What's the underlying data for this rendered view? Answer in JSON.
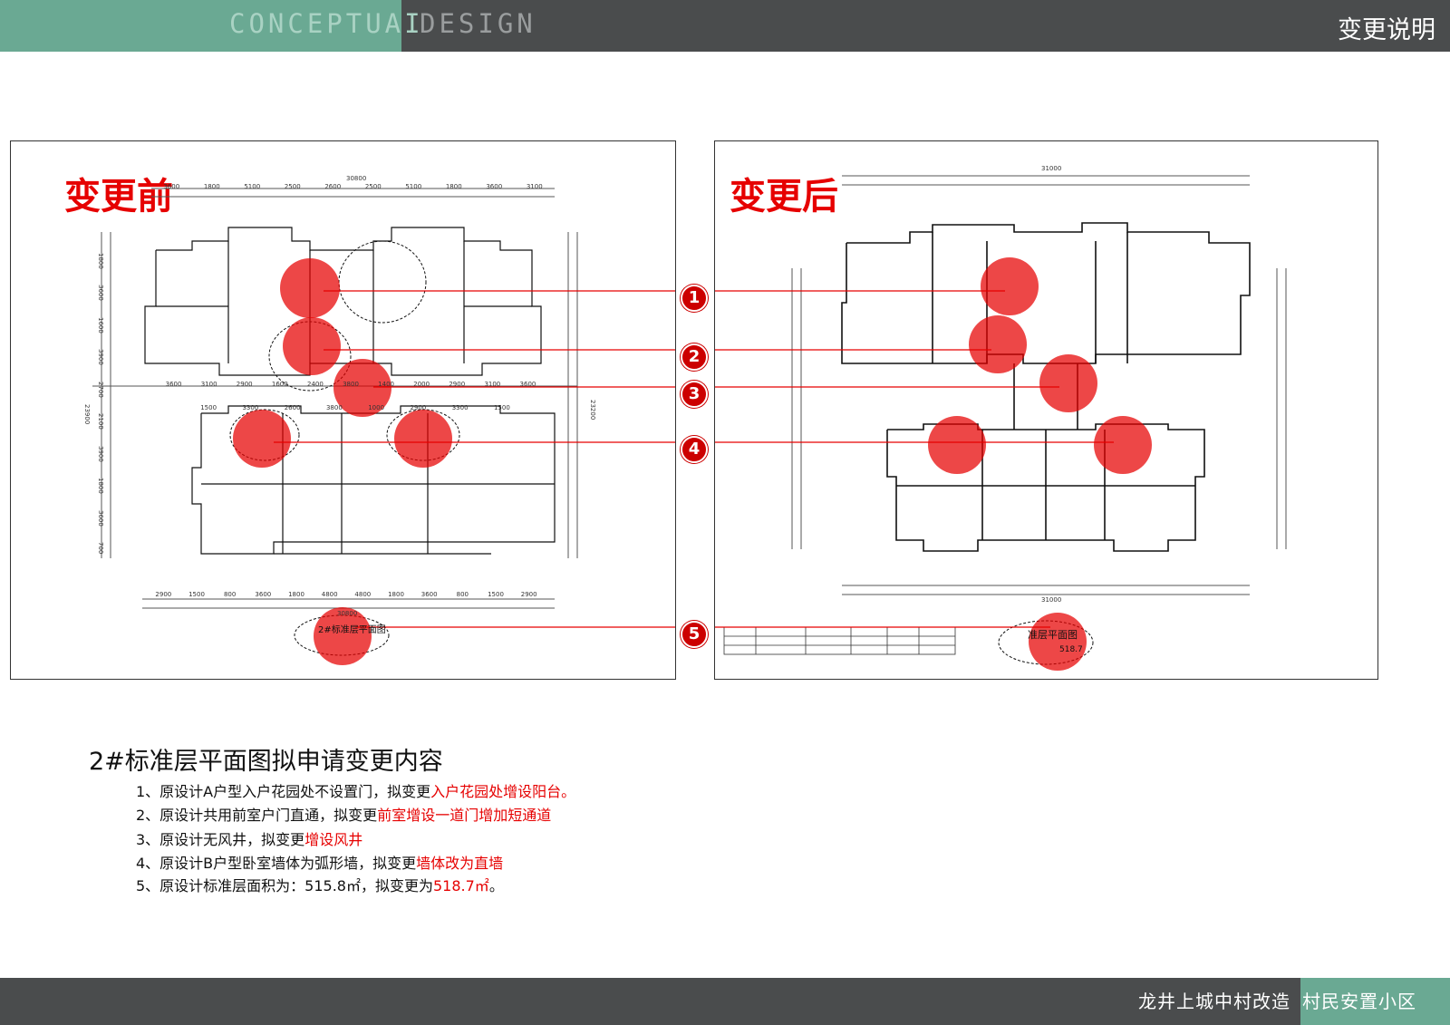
{
  "header": {
    "brand_part1": "CONCEPTUAI",
    "brand_part2": "DESIGN",
    "page_title": "变更说明"
  },
  "panels": {
    "before_label": "变更前",
    "after_label": "变更后",
    "before_plan_title": "2#标准层平面图",
    "after_plan_title": "准层平面图",
    "after_plan_area": "518.7"
  },
  "dimensions": {
    "before_top_total": "30800",
    "before_top": [
      "3600",
      "1800",
      "5100",
      "2500",
      "2600",
      "2500",
      "5100",
      "1800",
      "3600",
      "3100"
    ],
    "before_mid": [
      "3600",
      "3100",
      "2900",
      "1600",
      "2400",
      "3800",
      "1400",
      "2000",
      "2900",
      "3100",
      "3600"
    ],
    "before_mid2": [
      "1500",
      "3300",
      "2600",
      "3800",
      "1000",
      "2900",
      "3300",
      "1500"
    ],
    "before_bottom": [
      "2900",
      "1500",
      "800",
      "3600",
      "1800",
      "4800",
      "4800",
      "1800",
      "3600",
      "800",
      "1500",
      "2900"
    ],
    "before_bottom_total": "30800",
    "before_left": [
      "1800",
      "3600",
      "1600",
      "3900",
      "2700",
      "2100",
      "3900",
      "1800",
      "3600",
      "700"
    ],
    "before_left_total": "23900",
    "before_right_total": "23200",
    "after_top_total": "31000",
    "after_bottom_total": "31000"
  },
  "markers": [
    "1",
    "2",
    "3",
    "4",
    "5"
  ],
  "change_list": {
    "title": "2#标准层平面图拟申请变更内容",
    "items": [
      {
        "prefix": "1、原设计A户型入户花园处不设置门，拟变更",
        "highlight": "入户花园处增设阳台。"
      },
      {
        "prefix": "2、原设计共用前室户门直通，拟变更",
        "highlight": "前室增设一道门增加短通道"
      },
      {
        "prefix": "3、原设计无风井，拟变更",
        "highlight": "增设风井"
      },
      {
        "prefix": "4、原设计B户型卧室墙体为弧形墙，拟变更",
        "highlight": "墙体改为直墙"
      },
      {
        "prefix": "5、原设计标准层面积为：515.8㎡，拟变更为",
        "highlight": "518.7㎡",
        "suffix": "。"
      }
    ]
  },
  "footer": {
    "project_a": "龙井上城中村改造",
    "project_b": "村民安置小区"
  },
  "colors": {
    "teal": "#6aa993",
    "dark_gray": "#4a4c4d",
    "highlight_red": "#e60000",
    "marker_red": "#cc0000"
  }
}
